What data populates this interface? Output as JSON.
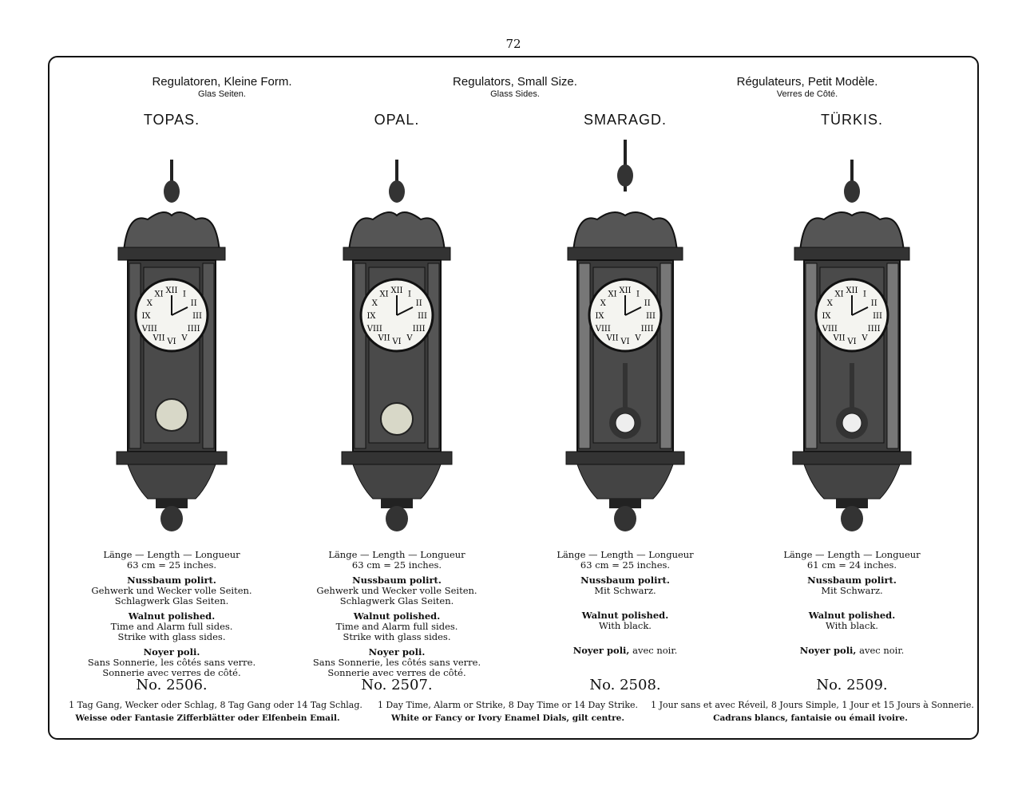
{
  "page_number": "72",
  "headers": [
    {
      "title": "Regulatoren, Kleine Form.",
      "subtitle": "Glas Seiten."
    },
    {
      "title": "Regulators, Small Size.",
      "subtitle": "Glass Sides."
    },
    {
      "title": "Régulateurs, Petit Modèle.",
      "subtitle": "Verres de Côté."
    }
  ],
  "clocks": [
    {
      "name": "TOPAS.",
      "length_label": "Länge — Length — Longueur",
      "length": "63 cm = 25 inches.",
      "de_title": "Nussbaum polirt.",
      "de_lines": [
        "Gehwerk und Wecker volle Seiten.",
        "Schlagwerk Glas Seiten."
      ],
      "en_title": "Walnut polished.",
      "en_lines": [
        "Time and Alarm full sides.",
        "Strike with glass sides."
      ],
      "fr_title": "Noyer poli.",
      "fr_lines": [
        "Sans Sonnerie, les côtés sans verre.",
        "Sonnerie avec verres de côté."
      ],
      "number": "No. 2506."
    },
    {
      "name": "OPAL.",
      "length_label": "Länge — Length — Longueur",
      "length": "63 cm = 25 inches.",
      "de_title": "Nussbaum polirt.",
      "de_lines": [
        "Gehwerk und Wecker volle Seiten.",
        "Schlagwerk Glas Seiten."
      ],
      "en_title": "Walnut polished.",
      "en_lines": [
        "Time and Alarm full sides.",
        "Strike with glass sides."
      ],
      "fr_title": "Noyer poli.",
      "fr_lines": [
        "Sans Sonnerie, les côtés sans verre.",
        "Sonnerie avec verres de côté."
      ],
      "number": "No. 2507."
    },
    {
      "name": "SMARAGD.",
      "length_label": "Länge — Length — Longueur",
      "length": "63 cm = 25 inches.",
      "de_title": "Nussbaum polirt.",
      "de_lines": [
        "Mit Schwarz."
      ],
      "en_title": "Walnut polished.",
      "en_lines": [
        "With black."
      ],
      "fr_title": "Noyer poli,",
      "fr_lines": [
        "avec noir."
      ],
      "number": "No. 2508."
    },
    {
      "name": "TÜRKIS.",
      "length_label": "Länge — Length — Longueur",
      "length": "61 cm = 24 inches.",
      "de_title": "Nussbaum polirt.",
      "de_lines": [
        "Mit Schwarz."
      ],
      "en_title": "Walnut polished.",
      "en_lines": [
        "With black."
      ],
      "fr_title": "Noyer poli,",
      "fr_lines": [
        "avec noir."
      ],
      "number": "No. 2509."
    }
  ],
  "footer": [
    {
      "line1": "1 Tag Gang, Wecker oder Schlag, 8 Tag Gang oder 14 Tag Schlag.",
      "line2": "Weisse oder Fantasie Zifferblätter oder Elfenbein Email."
    },
    {
      "line1": "1 Day Time, Alarm or Strike, 8 Day Time or 14 Day Strike.",
      "line2": "White or Fancy or Ivory Enamel Dials, gilt centre."
    },
    {
      "line1": "1 Jour sans et avec Réveil, 8 Jours Simple, 1 Jour et 15 Jours à Sonnerie.",
      "line2": "Cadrans blancs, fantaisie ou émail ivoire."
    }
  ]
}
